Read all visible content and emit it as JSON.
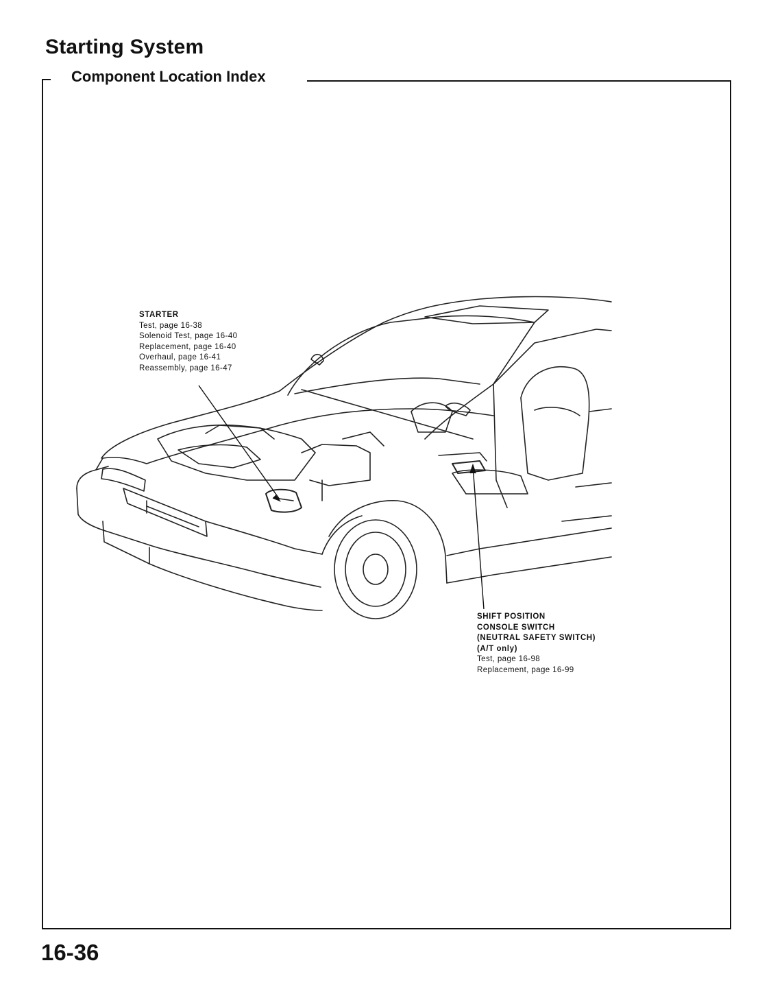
{
  "page": {
    "title": "Starting System",
    "section_title": "Component Location Index",
    "page_number": "16-36"
  },
  "figure": {
    "illustration": "car-cutaway-illustration",
    "callouts": {
      "starter": {
        "heading": "STARTER",
        "refs": [
          "Test, page 16-38",
          "Solenoid Test, page 16-40",
          "Replacement, page 16-40",
          "Overhaul, page 16-41",
          "Reassembly, page 16-47"
        ]
      },
      "shift_switch": {
        "headings": [
          "SHIFT POSITION",
          "CONSOLE SWITCH",
          "(NEUTRAL SAFETY SWITCH)",
          "(A/T only)"
        ],
        "refs": [
          "Test, page 16-98",
          "Replacement, page 16-99"
        ]
      }
    }
  }
}
